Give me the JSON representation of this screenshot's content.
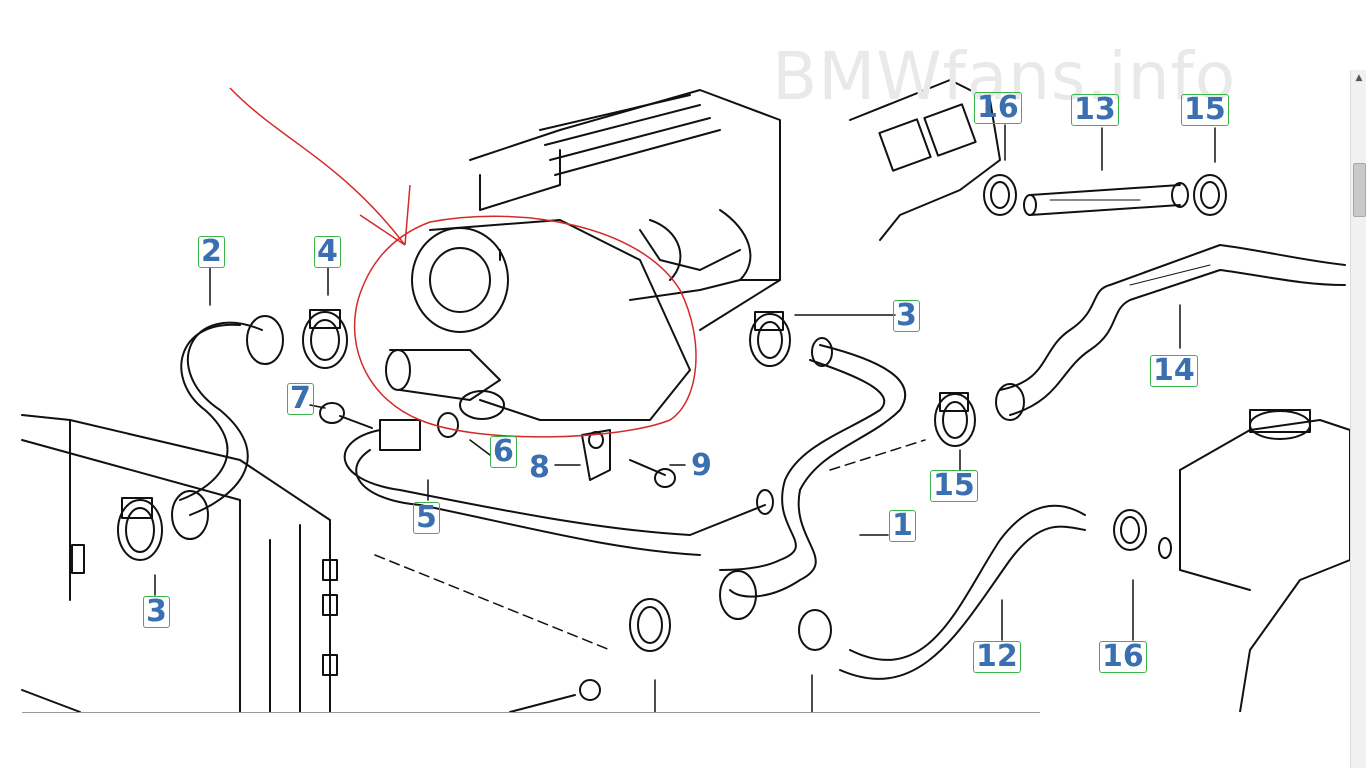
{
  "watermark_text": "BMWfans.info",
  "callouts": [
    {
      "id": "2",
      "label": "2"
    },
    {
      "id": "4",
      "label": "4"
    },
    {
      "id": "16-top",
      "label": "16"
    },
    {
      "id": "13",
      "label": "13"
    },
    {
      "id": "15-top",
      "label": "15"
    },
    {
      "id": "3-right",
      "label": "3"
    },
    {
      "id": "14",
      "label": "14"
    },
    {
      "id": "7",
      "label": "7"
    },
    {
      "id": "6",
      "label": "6"
    },
    {
      "id": "8",
      "label": "8"
    },
    {
      "id": "9",
      "label": "9"
    },
    {
      "id": "15-mid",
      "label": "15"
    },
    {
      "id": "5",
      "label": "5"
    },
    {
      "id": "1",
      "label": "1"
    },
    {
      "id": "3-left",
      "label": "3"
    },
    {
      "id": "12",
      "label": "12"
    },
    {
      "id": "16-bottom",
      "label": "16"
    }
  ],
  "colors": {
    "callout_text": "#3a6fb0",
    "callout_border": "#3ab54a",
    "annotation": "#d42a2a",
    "line_art": "#111111"
  }
}
